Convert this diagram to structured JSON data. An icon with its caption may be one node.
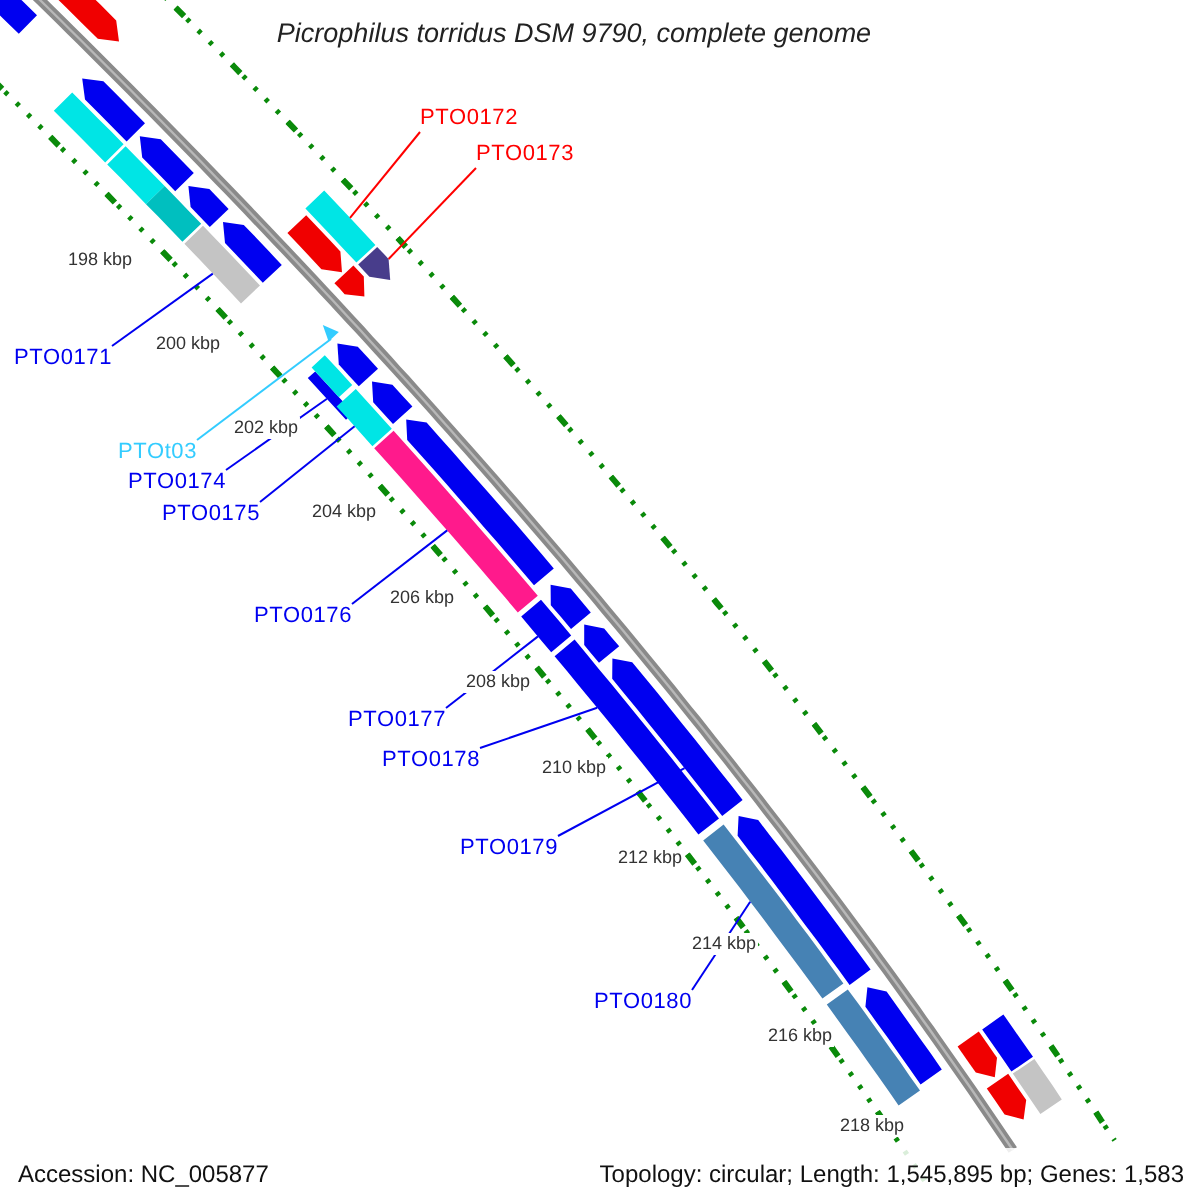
{
  "diagram": {
    "title": "Picrophilus torridus DSM 9790, complete genome",
    "nodes": [
      {
        "text": [
          "PTO0172"
        ]
      },
      {
        "text": [],
        "shape": "bar"
      },
      {
        "text": [
          "PTO0173"
        ]
      },
      {
        "text": [],
        "shape": "bar"
      },
      {
        "text": [
          "PTO0171"
        ]
      },
      {
        "text": [],
        "shape": "bar"
      },
      {
        "text": [
          "PTOt03"
        ]
      },
      {
        "text": [],
        "shape": "triangle"
      },
      {
        "text": [
          "PTO0174"
        ]
      },
      {
        "text": [],
        "shape": "bar"
      },
      {
        "text": [
          "PTO0175"
        ]
      },
      {
        "text": [],
        "shape": "bar"
      },
      {
        "text": [
          "PTO0176"
        ]
      },
      {
        "text": [],
        "shape": "bar"
      },
      {
        "text": [
          "PTO0177"
        ]
      },
      {
        "text": [],
        "shape": "bar"
      },
      {
        "text": [
          "PTO0178"
        ]
      },
      {
        "text": [],
        "shape": "bar"
      },
      {
        "text": [
          "PTO0179"
        ]
      },
      {
        "text": [],
        "shape": "bar"
      },
      {
        "text": [
          "PTO0180"
        ]
      },
      {
        "text": [],
        "shape": "bar"
      },
      {
        "text": [],
        "shape": "bar"
      },
      {
        "text": [],
        "shape": "bar"
      },
      {
        "text": [],
        "shape": "bar"
      },
      {
        "text": [],
        "shape": "bar"
      },
      {
        "text": [],
        "shape": "bar"
      },
      {
        "text": [],
        "shape": "bar"
      },
      {
        "text": [],
        "shape": "bar"
      },
      {
        "text": [],
        "shape": "bar"
      },
      {
        "text": [],
        "shape": "bar"
      },
      {
        "text": [],
        "shape": "bar"
      },
      {
        "text": [],
        "shape": "bar"
      },
      {
        "text": [],
        "shape": "bar"
      },
      {
        "text": [],
        "shape": "bar"
      },
      {
        "text": [],
        "shape": "bar"
      },
      {
        "text": [],
        "shape": "bar"
      },
      {
        "text": [],
        "shape": "bar"
      },
      {
        "text": [],
        "shape": "bar"
      },
      {
        "text": [],
        "shape": "bar"
      },
      {
        "text": [],
        "shape": "bar"
      },
      {
        "text": [],
        "shape": "bar"
      },
      {
        "text": [],
        "shape": "bar"
      },
      {
        "text": [],
        "shape": "bar"
      },
      {
        "text": [],
        "shape": "bar"
      },
      {
        "text": [],
        "shape": "bar"
      }
    ],
    "edges": [
      {
        "from": 0,
        "to": 1,
        "arrow": "none",
        "color": "#ff0000"
      },
      {
        "from": 2,
        "to": 3,
        "arrow": "none",
        "color": "#ff0000"
      },
      {
        "from": 4,
        "to": 5,
        "arrow": "none"
      },
      {
        "from": 6,
        "to": 7,
        "arrow": "none",
        "color": "#33ccff"
      },
      {
        "from": 8,
        "to": 9,
        "arrow": "none"
      },
      {
        "from": 10,
        "to": 11,
        "arrow": "none"
      },
      {
        "from": 12,
        "to": 13,
        "arrow": "none"
      },
      {
        "from": 14,
        "to": 15,
        "arrow": "none"
      },
      {
        "from": 16,
        "to": 17,
        "arrow": "none"
      },
      {
        "from": 18,
        "to": 19,
        "arrow": "none"
      },
      {
        "from": 20,
        "to": 21,
        "arrow": "none"
      }
    ],
    "labels": [
      "198 kbp",
      "200 kbp",
      "202 kbp",
      "204 kbp",
      "206 kbp",
      "208 kbp",
      "210 kbp",
      "212 kbp",
      "214 kbp",
      "216 kbp",
      "218 kbp",
      "Accession: NC_005877",
      "Topology: circular; Length: 1,545,895 bp; Genes: 1,583"
    ]
  }
}
